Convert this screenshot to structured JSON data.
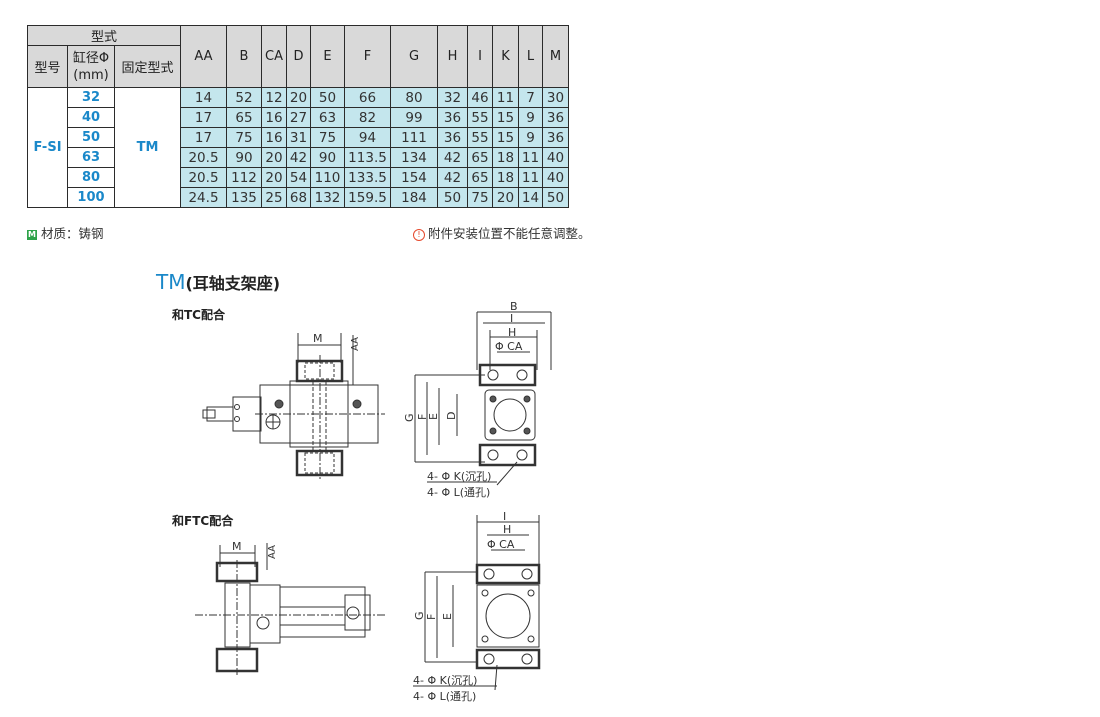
{
  "table": {
    "group_header": "型式",
    "col_model": "型号",
    "col_bore_line1": "缸径Φ",
    "col_bore_line2": "(mm)",
    "col_mount": "固定型式",
    "dim_headers": [
      "AA",
      "B",
      "CA",
      "D",
      "E",
      "F",
      "G",
      "H",
      "I",
      "K",
      "L",
      "M"
    ],
    "model": "F-SI",
    "mount": "TM",
    "rows": [
      {
        "bore": "32",
        "vals": [
          "14",
          "52",
          "12",
          "20",
          "50",
          "66",
          "80",
          "32",
          "46",
          "11",
          "7",
          "30"
        ]
      },
      {
        "bore": "40",
        "vals": [
          "17",
          "65",
          "16",
          "27",
          "63",
          "82",
          "99",
          "36",
          "55",
          "15",
          "9",
          "36"
        ]
      },
      {
        "bore": "50",
        "vals": [
          "17",
          "75",
          "16",
          "31",
          "75",
          "94",
          "111",
          "36",
          "55",
          "15",
          "9",
          "36"
        ]
      },
      {
        "bore": "63",
        "vals": [
          "20.5",
          "90",
          "20",
          "42",
          "90",
          "113.5",
          "134",
          "42",
          "65",
          "18",
          "11",
          "40"
        ]
      },
      {
        "bore": "80",
        "vals": [
          "20.5",
          "112",
          "20",
          "54",
          "110",
          "133.5",
          "154",
          "42",
          "65",
          "18",
          "11",
          "40"
        ]
      },
      {
        "bore": "100",
        "vals": [
          "24.5",
          "135",
          "25",
          "68",
          "132",
          "159.5",
          "184",
          "50",
          "75",
          "20",
          "14",
          "50"
        ]
      }
    ]
  },
  "notes": {
    "material_badge": "M",
    "material": "材质：铸钢",
    "caution_badge": "!",
    "caution": "附件安装位置不能任意调整。"
  },
  "section": {
    "title": "TM",
    "subtitle": "(耳轴支架座)",
    "caption1": "和TC配合",
    "caption2": "和FTC配合"
  },
  "drawing_labels": {
    "M": "M",
    "AA": "AA",
    "B": "B",
    "I": "I",
    "H": "H",
    "CA": "Φ CA",
    "G": "G",
    "F": "F",
    "E": "E",
    "D": "D",
    "K_hole": "4- Φ K(沉孔)",
    "L_hole": "4- Φ L(通孔)"
  }
}
